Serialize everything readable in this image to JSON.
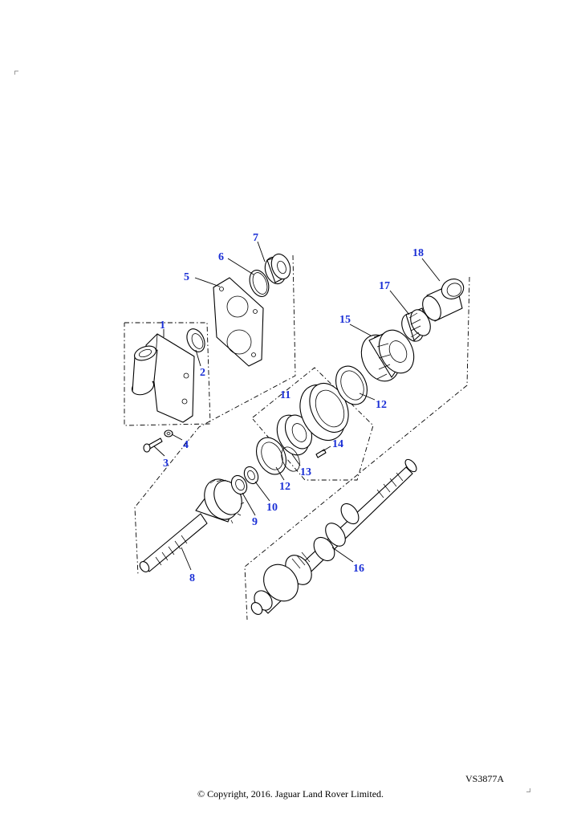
{
  "callouts": [
    "1",
    "2",
    "3",
    "4",
    "5",
    "6",
    "7",
    "8",
    "9",
    "10",
    "11",
    "12",
    "12",
    "13",
    "14",
    "15",
    "16",
    "17",
    "18"
  ],
  "reference_code": "VS3877A",
  "copyright": "© Copyright, 2016. Jaguar Land Rover Limited."
}
